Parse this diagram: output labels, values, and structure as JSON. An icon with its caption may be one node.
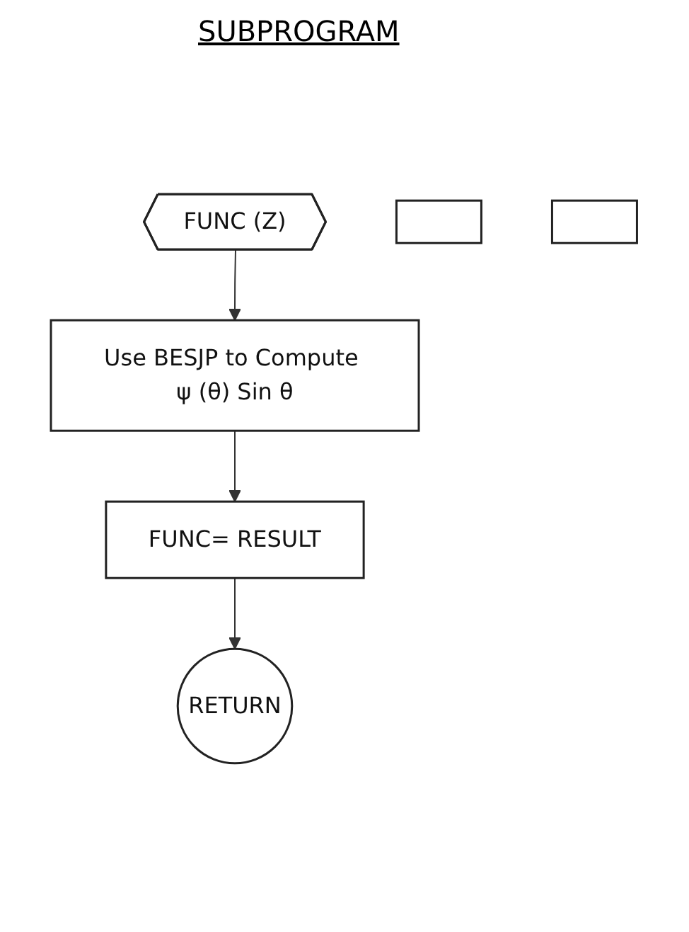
{
  "diagram": {
    "title": "SUBPROGRAM",
    "nodes": [
      {
        "text": [
          "FUNC (Z)"
        ]
      },
      {
        "text": [
          "Use BESJP to Compute ψ (θ) Sin θ"
        ]
      },
      {
        "text": [
          "FUNC= RESULT"
        ]
      },
      {
        "text": [
          "RETURN"
        ]
      },
      {
        "text": [],
        "shape": "box"
      },
      {
        "text": [],
        "shape": "box"
      }
    ],
    "edges": [
      {
        "from": 0,
        "to": 1,
        "arrow": "to"
      },
      {
        "from": 1,
        "to": 2,
        "arrow": "to"
      },
      {
        "from": 2,
        "to": 3,
        "arrow": "to"
      }
    ]
  }
}
